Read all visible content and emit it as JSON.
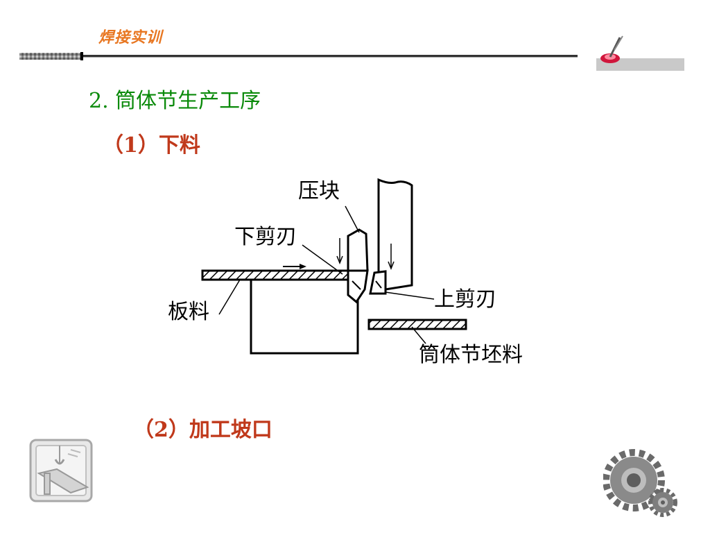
{
  "header": {
    "title": "焊接实训"
  },
  "slide": {
    "heading": "2. 筒体节生产工序",
    "step1": "（1）下料",
    "step2": "（2）加工坡口"
  },
  "diagram_labels": {
    "press_block": "压块",
    "lower_blade": "下剪刃",
    "plate": "板料",
    "upper_blade": "上剪刃",
    "shell_blank": "筒体节坯料"
  },
  "colors": {
    "header_title": "#e87722",
    "heading": "#0a8a0a",
    "step": "#c0391b"
  },
  "icons": [
    "welding-torch-icon",
    "crane-logo-icon",
    "gears-icon"
  ]
}
